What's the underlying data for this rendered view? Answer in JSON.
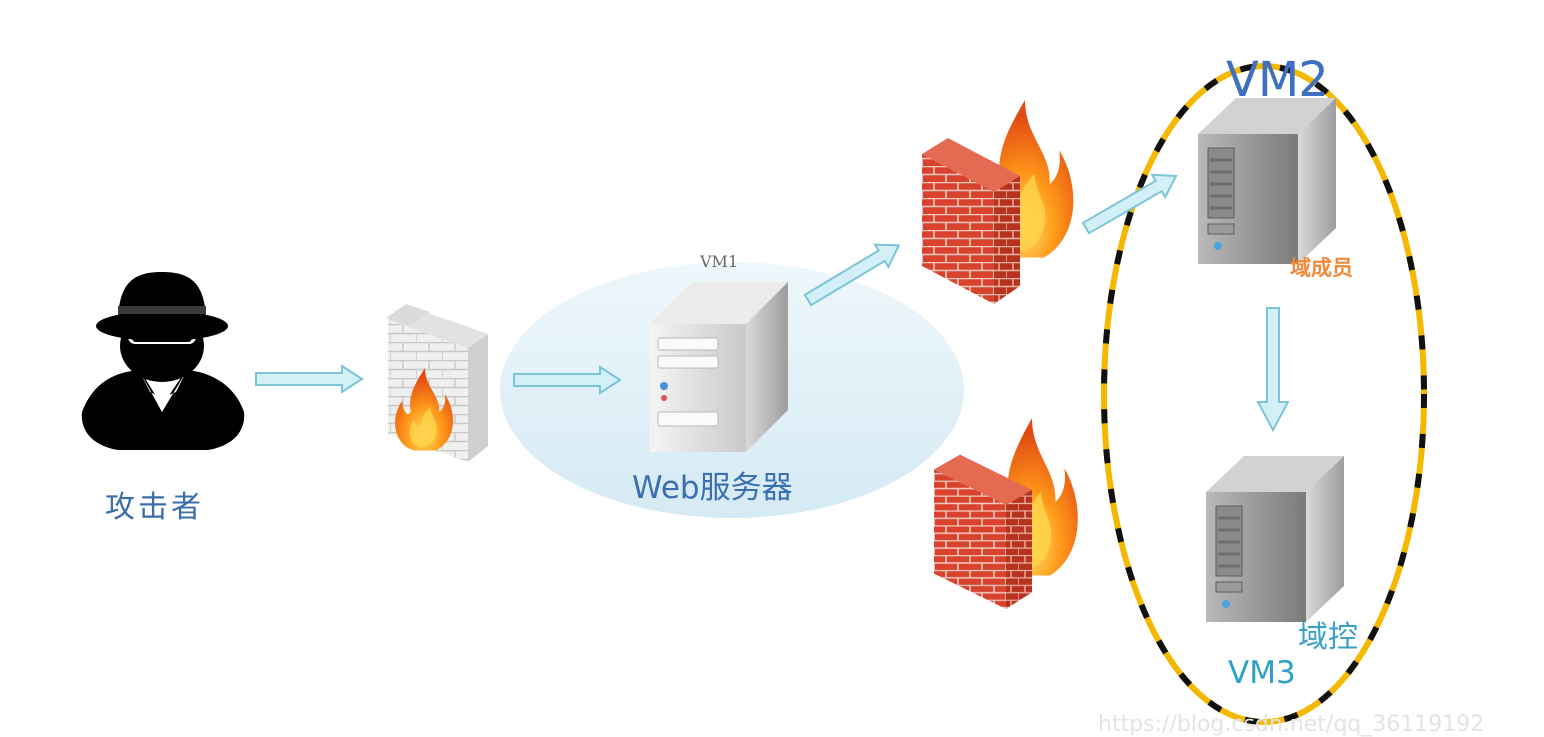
{
  "labels": {
    "attacker": "攻击者",
    "vm1": "VM1",
    "web_server": "Web服务器",
    "vm2": "VM2",
    "domain_member": "域成员",
    "domain_controller": "域控",
    "vm3": "VM3",
    "watermark": "https://blog.csdn.net/qq_36119192"
  },
  "colors": {
    "arrow_fill": "#d4f0f7",
    "arrow_stroke": "#7cc4d8",
    "ellipse_cloud": "#e3f1f8",
    "dash_yellow": "#f5b800",
    "dash_black": "#111111",
    "brick": "#d9432e",
    "flame": "#f47b16"
  },
  "icons": [
    "attacker-icon",
    "firewall-gray-icon",
    "server-icon",
    "firewall-red-icon"
  ]
}
